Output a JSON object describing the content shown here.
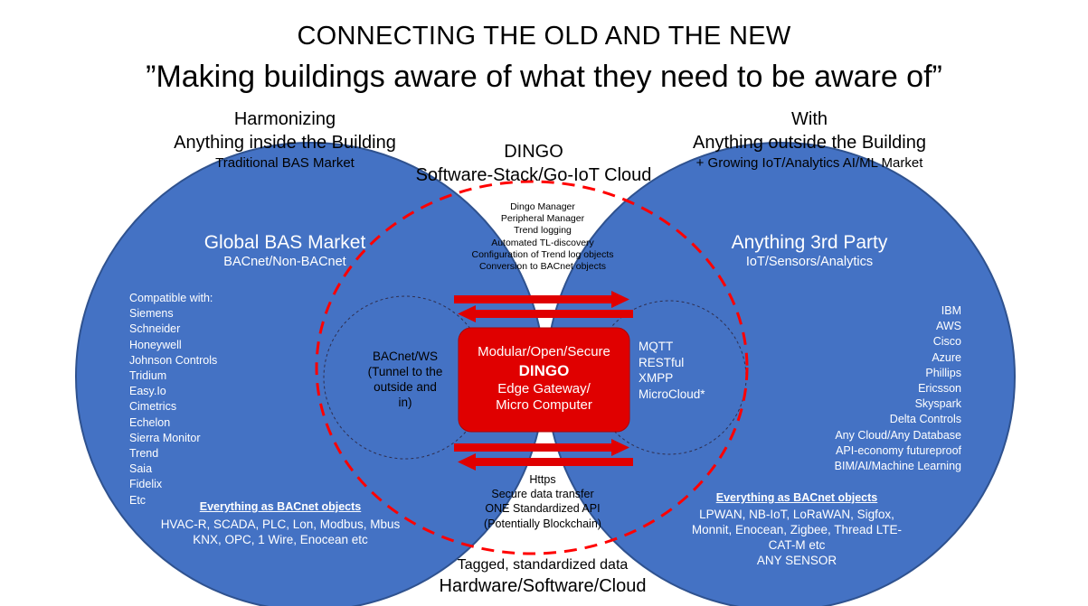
{
  "header": {
    "title": "CONNECTING THE OLD AND THE NEW",
    "subtitle": "”Making buildings aware of what they need to be aware of”"
  },
  "left_header": {
    "line1": "Harmonizing",
    "line2": "Anything inside the Building",
    "line3": "Traditional BAS Market"
  },
  "center_header": {
    "line1": "DINGO",
    "line2": "Software-Stack/Go-IoT Cloud"
  },
  "right_header": {
    "line1": "With",
    "line2": "Anything outside the Building",
    "line3": "+ Growing IoT/Analytics AI/ML Market"
  },
  "left_circle": {
    "title": "Global BAS Market",
    "subtitle": "BACnet/Non-BACnet",
    "compat_items": [
      "Compatible with:",
      "Siemens",
      "Schneider",
      "Honeywell",
      "Johnson Controls",
      "Tridium",
      "Easy.Io",
      "Cimetrics",
      "Echelon",
      "Sierra Monitor",
      "Trend",
      "Saia",
      "Fidelix",
      "Etc"
    ],
    "everything_label": "Everything as BACnet objects",
    "protocols_line1": "HVAC-R, SCADA, PLC, Lon, Modbus, Mbus",
    "protocols_line2": "KNX, OPC, 1 Wire, Enocean etc"
  },
  "left_inner": [
    "BACnet/WS",
    "(Tunnel to the",
    "outside and",
    "in)"
  ],
  "dingo_features": [
    "Dingo Manager",
    "Peripheral Manager",
    "Trend logging",
    "Automated TL-discovery",
    "Configuration of Trend log objects",
    "Conversion to BACnet objects"
  ],
  "dingo_box": {
    "line1": "Modular/Open/Secure",
    "line2": "DINGO",
    "line3": "Edge Gateway/",
    "line4": "Micro Computer"
  },
  "right_inner": [
    "MQTT",
    "RESTful",
    "XMPP",
    "MicroCloud*"
  ],
  "bottom_center_items": [
    "Https",
    "Secure data transfer",
    "ONE Standardized API",
    "(Potentially Blockchain)"
  ],
  "right_circle": {
    "title": "Anything 3rd Party",
    "subtitle": "IoT/Sensors/Analytics",
    "vendor_items": [
      "IBM",
      "AWS",
      "Cisco",
      "Azure",
      "Phillips",
      "Ericsson",
      "Skyspark",
      "Delta Controls",
      "Any Cloud/Any Database",
      "API-economy futureproof",
      "BIM/AI/Machine Learning"
    ],
    "everything_label": "Everything as BACnet objects",
    "protocols_line1": "LPWAN, NB-IoT, LoRaWAN, Sigfox,",
    "protocols_line2": "Monnit, Enocean, Zigbee, Thread LTE-",
    "protocols_line3": "CAT-M etc",
    "protocols_line4": "ANY SENSOR"
  },
  "footer": {
    "line1": "Tagged, standardized data",
    "line2": "Hardware/Software/Cloud"
  },
  "colors": {
    "circle_fill": "#4472C4",
    "circle_stroke": "#2F528F",
    "accent_red": "#E00000",
    "dashed_red": "#FF0000"
  }
}
